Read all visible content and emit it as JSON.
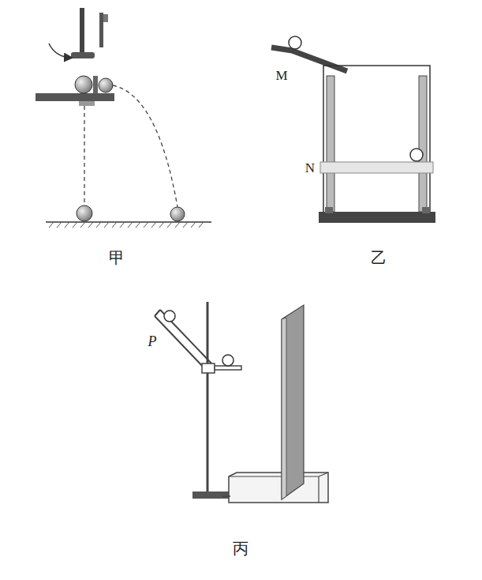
{
  "diagram": {
    "labels": [
      "甲",
      "M",
      "N",
      "乙",
      "P",
      "丙"
    ]
  }
}
